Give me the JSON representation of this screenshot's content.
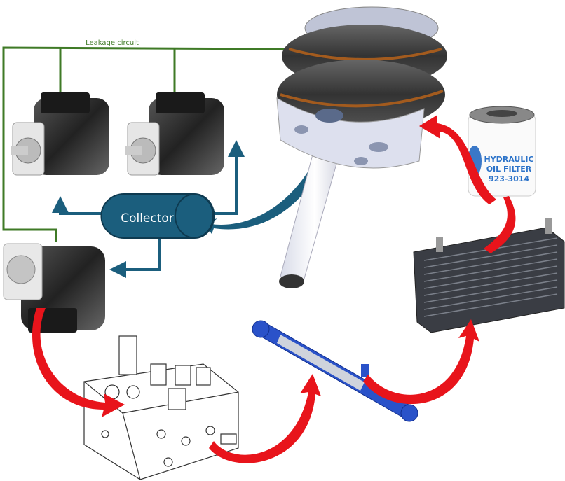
{
  "diagram": {
    "leakage_label": "Leakage circuit",
    "collector_label": "Collector",
    "filter": {
      "line1": "HYDRAULIC",
      "line2": "OIL FILTER",
      "line3": "923-3014"
    },
    "colors": {
      "leakage": "#3f7a26",
      "collector": "#1b5e7d",
      "flow_arrow": "#e8141b",
      "cylinder": "#2a52c9"
    }
  }
}
